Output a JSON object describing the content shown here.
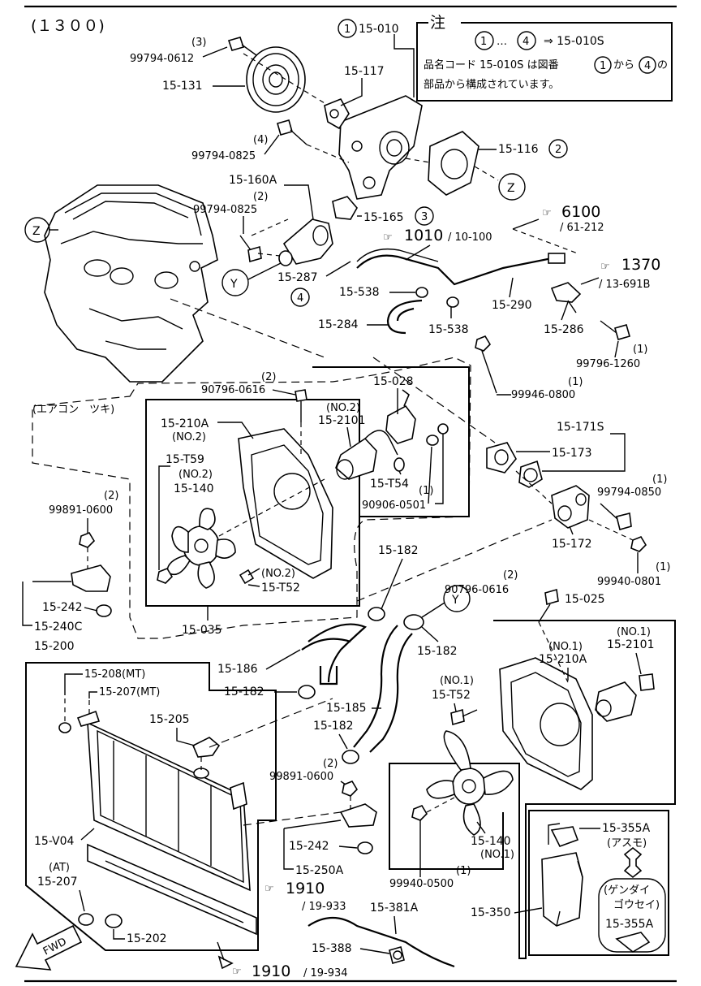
{
  "model_code": "(１３００)",
  "note": {
    "title": "注",
    "range_start": "1",
    "range_end": "4",
    "arrow_text": "…",
    "target": "⇒ 15-010S",
    "line2_a": "品名コード 15-010S は図番",
    "line2_from": "から",
    "line2_no": "の",
    "line3": "部品から構成されています。"
  },
  "aircon_label": "(エアコン　ツキ)",
  "markers": {
    "z": "Z",
    "y": "Y",
    "fwd": "FWD"
  },
  "circled": {
    "c1": "1",
    "c2": "2",
    "c3": "3",
    "c4": "4"
  },
  "refs": {
    "r6100": "6100",
    "r6100_sub": "/ 61-212",
    "r1010": "1010",
    "r1010_sub": "/ 10-100",
    "r1370": "1370",
    "r1370_sub": "/ 13-691B",
    "r1910a": "1910",
    "r1910a_sub": "/ 19-933",
    "r1910b": "1910",
    "r1910b_sub": "/ 19-934"
  },
  "parts": {
    "p15_010": "15-010",
    "p15_117": "15-117",
    "p99794_0612_qty": "(3)",
    "p99794_0612": "99794-0612",
    "p15_131": "15-131",
    "p99794_0825a_qty": "(4)",
    "p99794_0825a": "99794-0825",
    "p15_116": "15-116",
    "p15_160A": "15-160A",
    "p99794_0825b_qty": "(2)",
    "p99794_0825b": "99794-0825",
    "p15_165": "15-165",
    "p15_287": "15-287",
    "p15_538a": "15-538",
    "p15_284": "15-284",
    "p15_538b": "15-538",
    "p15_290": "15-290",
    "p15_286": "15-286",
    "p99796_1260_qty": "(1)",
    "p99796_1260": "99796-1260",
    "p99946_0800_qty": "(1)",
    "p99946_0800": "99946-0800",
    "p90796_0616a_qty": "(2)",
    "p90796_0616a": "90796-0616",
    "p15_028": "15-028",
    "p15_210A_a": "15-210A",
    "no2a": "(NO.2)",
    "no2b": "(NO.2)",
    "p15_2101a": "15-2101",
    "p15_T59": "15-T59",
    "no2c": "(NO.2)",
    "p15_140a": "15-140",
    "p15_T54": "15-T54",
    "p90906_0501_qty": "(1)",
    "p90906_0501": "90906-0501",
    "no2d": "(NO.2)",
    "p15_T52a": "15-T52",
    "p15_035": "15-035",
    "p15_171S": "15-171S",
    "p15_173": "15-173",
    "p99794_0850_qty": "(1)",
    "p99794_0850": "99794-0850",
    "p15_172": "15-172",
    "p99940_0801_qty": "(1)",
    "p99940_0801": "99940-0801",
    "p99891_0600a_qty": "(2)",
    "p99891_0600a": "99891-0600",
    "p15_242a": "15-242",
    "p15_240C": "15-240C",
    "p15_200": "15-200",
    "p15_182a": "15-182",
    "p15_182b": "15-182",
    "p90796_0616b_qty": "(2)",
    "p90796_0616b": "90796-0616",
    "p15_025": "15-025",
    "p15_186": "15-186",
    "p15_208": "15-208(MT)",
    "p15_207mt": "15-207(MT)",
    "p15_182c": "15-182",
    "p15_185": "15-185",
    "no1a": "(NO.1)",
    "p15_210A_b": "15-210A",
    "no1b": "(NO.1)",
    "p15_2101b": "15-2101",
    "no1c": "(NO.1)",
    "p15_T52b": "15-T52",
    "p15_205": "15-205",
    "p15_182d": "15-182",
    "p99891_0600b_qty": "(2)",
    "p99891_0600b": "99891-0600",
    "p15_V04": "15-V04",
    "p15_242b": "15-242",
    "p15_250A": "15-250A",
    "p15_140b": "15-140",
    "no1d": "(NO.1)",
    "p99940_0500_qty": "(1)",
    "p99940_0500": "99940-0500",
    "at": "(AT)",
    "p15_207at": "15-207",
    "p15_381A": "15-381A",
    "p15_355A_a": "15-355A",
    "asumo": "(アスモ)",
    "p15_350": "15-350",
    "gendai": "(ゲンダイ",
    "gousei": "ゴウセイ)",
    "p15_355A_b": "15-355A",
    "p15_202": "15-202",
    "p15_388": "15-388"
  }
}
